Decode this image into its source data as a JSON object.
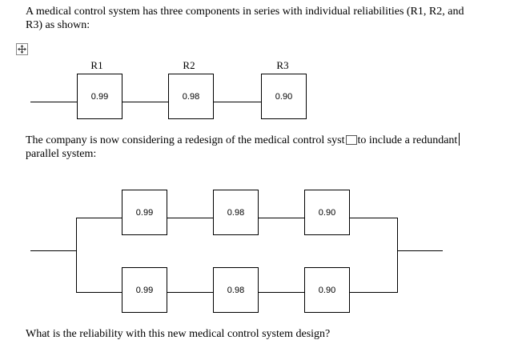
{
  "question": {
    "intro": "A medical control system has three components in series with individual reliabilities (R1, R2, and R3) as shown:",
    "redesign_before": "The company is now considering a redesign of the medical control syst",
    "redesign_after": "to include a redundant",
    "redesign_line2": "parallel system:",
    "final_question": "What is the reliability with this new medical control system design?"
  },
  "series_diagram": {
    "labels": [
      "R1",
      "R2",
      "R3"
    ],
    "values": [
      "0.99",
      "0.98",
      "0.90"
    ]
  },
  "parallel_diagram": {
    "top_branch": [
      "0.99",
      "0.98",
      "0.90"
    ],
    "bottom_branch": [
      "0.99",
      "0.98",
      "0.90"
    ]
  },
  "icons": {
    "table_move_handle": "four-way-arrow-icon"
  }
}
